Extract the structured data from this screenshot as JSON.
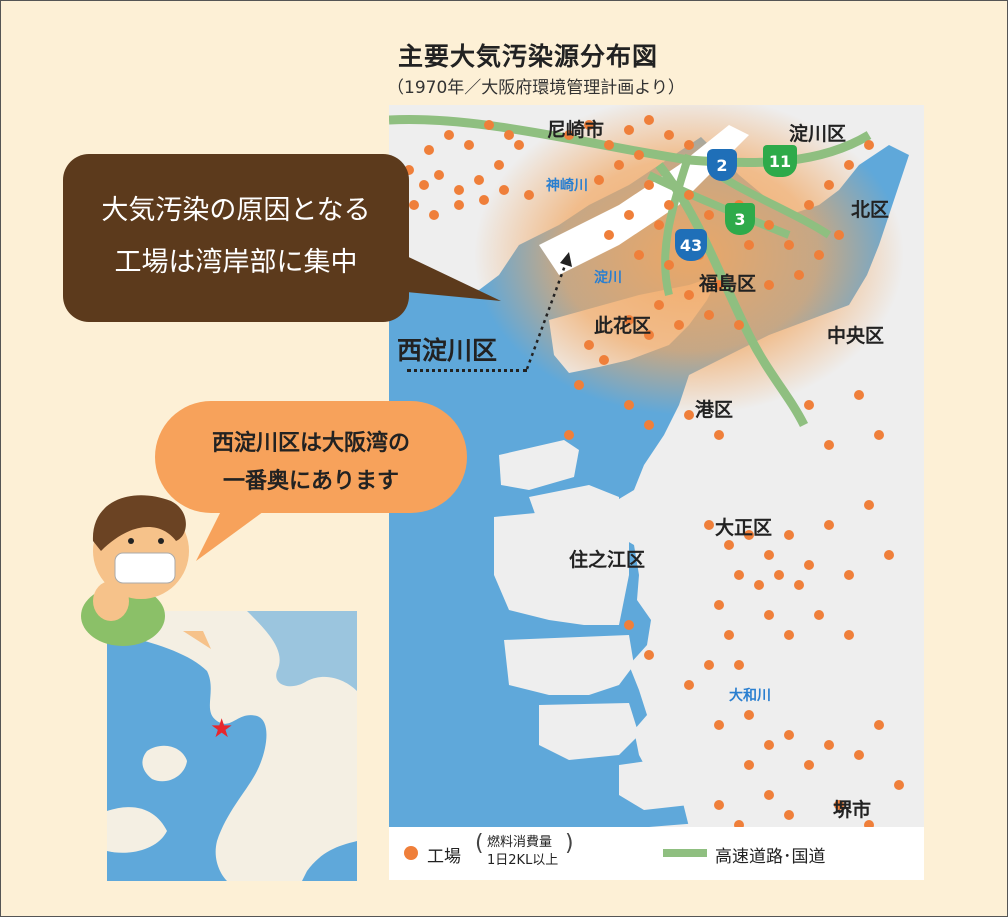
{
  "title": "主要大気汚染源分布図",
  "subtitle": "（1970年／大阪府環境管理計画より）",
  "bubble_main": {
    "line1": "大気汚染の原因となる",
    "line2": "工場は湾岸部に集中"
  },
  "bubble_boy": {
    "line1": "西淀川区は大阪湾の",
    "line2": "一番奥にあります"
  },
  "highlight_label": "西淀川区",
  "districts": {
    "amagasaki": "尼崎市",
    "yodogawa": "淀川区",
    "kita": "北区",
    "fukushima": "福島区",
    "konohana": "此花区",
    "chuo": "中央区",
    "minato": "港区",
    "taisho": "大正区",
    "suminoe": "住之江区",
    "sakai": "堺市"
  },
  "rivers": {
    "kanzaki": "神崎川",
    "yodo": "淀川",
    "yamato": "大和川"
  },
  "route_shields": [
    {
      "number": "2",
      "color": "#1f6fb8"
    },
    {
      "number": "11",
      "color": "#2eaa4a"
    },
    {
      "number": "3",
      "color": "#2eaa4a"
    },
    {
      "number": "43",
      "color": "#1f6fb8"
    }
  ],
  "legend": {
    "factory_label": "工場",
    "factory_note_line1": "燃料消費量",
    "factory_note_line2": "1日2KL以上",
    "road_label": "高速道路･国道"
  },
  "colors": {
    "sea": "#5fa8da",
    "land": "#eeeeee",
    "factory_dot": "#ef7f3a",
    "road": "#8fbf80",
    "smog": "#f2a761",
    "brown_bubble": "#5c3a1c",
    "orange_bubble": "#f7a25b",
    "marker_star": "#e8262c"
  }
}
